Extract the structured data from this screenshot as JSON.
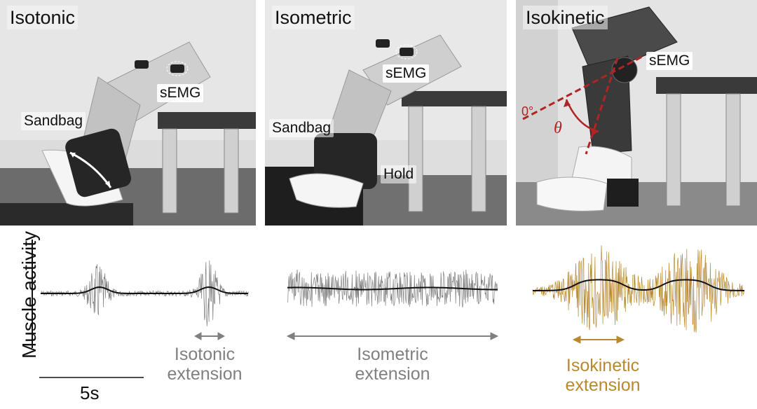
{
  "panels": [
    {
      "title": "Isotonic",
      "sensor_label": "sEMG",
      "load_label": "Sandbag"
    },
    {
      "title": "Isometric",
      "sensor_label": "sEMG",
      "load_label": "Sandbag",
      "hold_label": "Hold"
    },
    {
      "title": "Isokinetic",
      "sensor_label": "sEMG",
      "angle_zero_label": "0°",
      "angle_symbol": "θ"
    }
  ],
  "signals": {
    "y_axis_label": "Muscle activity",
    "scale_bar_label": "5s",
    "traces": [
      {
        "caption_line1": "Isotonic",
        "caption_line2": "extension",
        "color": "#808080"
      },
      {
        "caption_line1": "Isometric",
        "caption_line2": "extension",
        "color": "#808080"
      },
      {
        "caption_line1": "Isokinetic",
        "caption_line2": "extension",
        "color": "#b8892e"
      }
    ]
  },
  "colors": {
    "envelope": "#111111",
    "angle_red": "#b02424",
    "photo_bg": "#d8d8d8"
  }
}
